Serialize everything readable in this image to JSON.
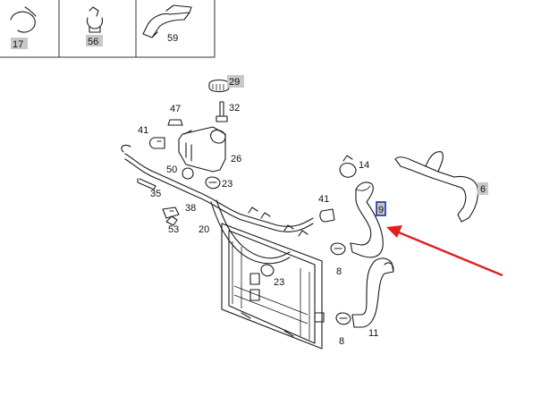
{
  "header_parts": [
    {
      "id": "17",
      "highlighted": true
    },
    {
      "id": "56",
      "highlighted": true
    },
    {
      "id": "59",
      "highlighted": false
    }
  ],
  "callouts": {
    "c29": "29",
    "c32": "32",
    "c47": "47",
    "c41a": "41",
    "c26": "26",
    "c50": "50",
    "c23a": "23",
    "c35": "35",
    "c38": "38",
    "c53": "53",
    "c20": "20",
    "c14": "14",
    "c41b": "41",
    "c8a": "8",
    "c23b": "23",
    "c8b": "8",
    "c11": "11",
    "c6": "6",
    "c9": "9"
  },
  "highlighted_callouts": [
    "29",
    "6"
  ],
  "selected_callout": "9",
  "colors": {
    "arrow": "#e02020",
    "selection_box": "#1a2fb0",
    "highlight": "#c8c8c8"
  }
}
